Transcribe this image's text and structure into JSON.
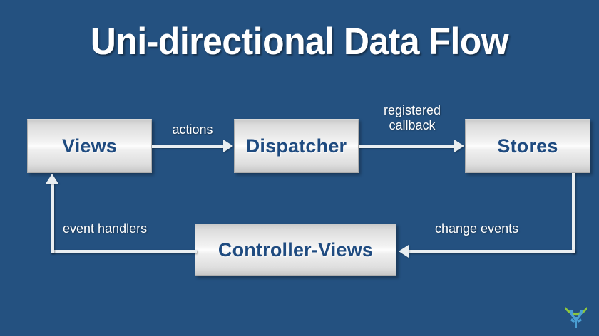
{
  "slide": {
    "title": "Uni-directional Data Flow",
    "background_color": "#245180",
    "title_color": "#ffffff",
    "node_fill_light": "#fdfdfd",
    "node_fill_dark": "#c6c6c6",
    "node_text_color": "#1f4b80",
    "connector_color": "#e9eef1"
  },
  "nodes": [
    {
      "id": "views",
      "label": "Views"
    },
    {
      "id": "dispatcher",
      "label": "Dispatcher"
    },
    {
      "id": "stores",
      "label": "Stores"
    },
    {
      "id": "controller-views",
      "label": "Controller-Views"
    }
  ],
  "edges": [
    {
      "id": "views-to-dispatcher",
      "label": "actions"
    },
    {
      "id": "dispatcher-to-stores",
      "label": "registered\ncallback"
    },
    {
      "id": "stores-to-controller-views",
      "label": "change events"
    },
    {
      "id": "controller-views-to-views",
      "label": "event handlers"
    }
  ],
  "logo": {
    "name": "company-logo",
    "arc_color": "#8cc63f",
    "figure_color": "#4a9fd4"
  }
}
